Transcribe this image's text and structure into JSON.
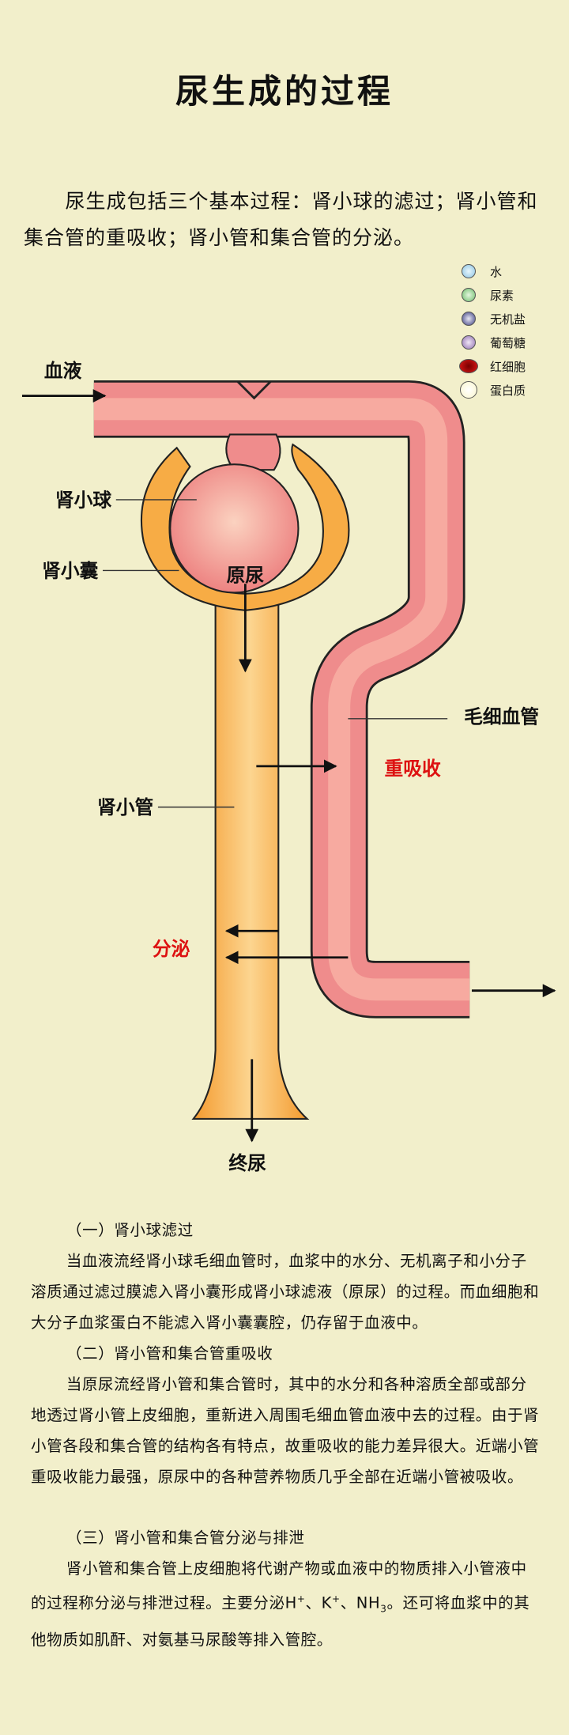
{
  "title": "尿生成的过程",
  "intro": "尿生成包括三个基本过程：肾小球的滤过；肾小管和集合管的重吸收；肾小管和集合管的分泌。",
  "legend": [
    {
      "label": "水",
      "color": "#8cc4e2"
    },
    {
      "label": "尿素",
      "color": "#7cc77a"
    },
    {
      "label": "无机盐",
      "color": "#4a4c8c"
    },
    {
      "label": "葡萄糖",
      "color": "#9c78b8"
    },
    {
      "label": "红细胞",
      "color": "#d01818"
    },
    {
      "label": "蛋白质",
      "color": "#fbf8d8"
    }
  ],
  "diagram": {
    "blood": "血液",
    "glomerulus": "肾小球",
    "capsule": "肾小囊",
    "primary_urine": "原尿",
    "capillary": "毛细血管",
    "reabsorption": "重吸收",
    "tubule": "肾小管",
    "secretion": "分泌",
    "final_urine": "终尿",
    "colors": {
      "vessel": "#ef8c8c",
      "tubule": "#f7ac45",
      "highlight": "#d11111"
    }
  },
  "sections": [
    {
      "heading": "（一）肾小球滤过",
      "text": "当血液流经肾小球毛细血管时，血浆中的水分、无机离子和小分子溶质通过滤过膜滤入肾小囊形成肾小球滤液（原尿）的过程。而血细胞和大分子血浆蛋白不能滤入肾小囊囊腔，仍存留于血液中。"
    },
    {
      "heading": "（二）肾小管和集合管重吸收",
      "text": "当原尿流经肾小管和集合管时，其中的水分和各种溶质全部或部分地透过肾小管上皮细胞，重新进入周围毛细血管血液中去的过程。由于肾小管各段和集合管的结构各有特点，故重吸收的能力差异很大。近端小管重吸收能力最强，原尿中的各种营养物质几乎全部在近端小管被吸收。"
    },
    {
      "heading": "（三）肾小管和集合管分泌与排泄",
      "text_a": "肾小管和集合管上皮细胞将代谢产物或血液中的物质排入小管液中的过程称分泌与排泄过程。主要分泌H",
      "sup1": "+",
      "sep1": "、K",
      "sup2": "+",
      "sep2": "、NH",
      "sub1": "3",
      "text_b": "。还可将血浆中的其他物质如肌酐、对氨基马尿酸等排入管腔。"
    }
  ]
}
